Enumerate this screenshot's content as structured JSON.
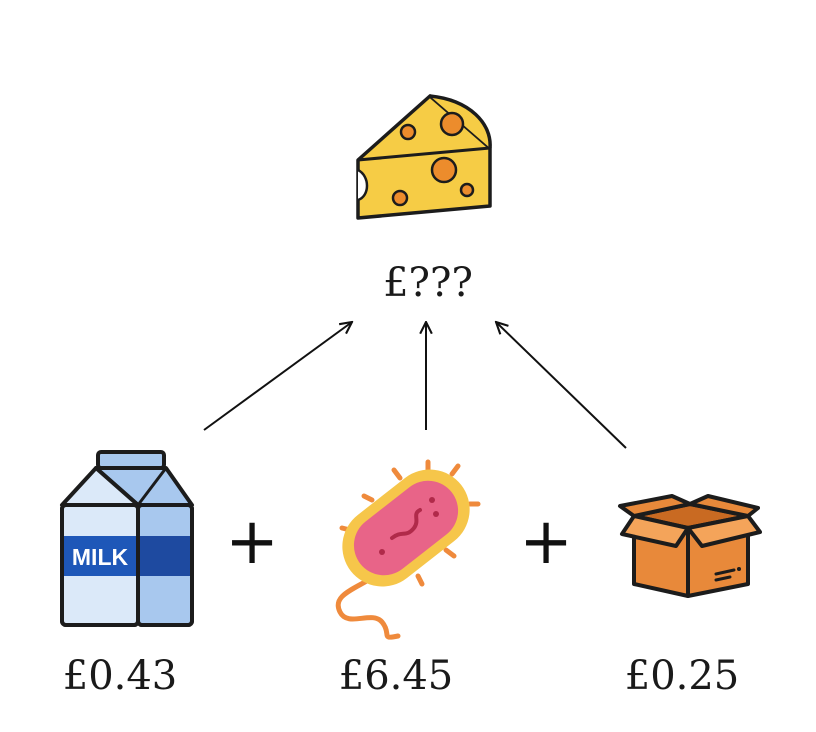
{
  "result": {
    "price": "£???",
    "icon": "cheese-icon"
  },
  "ingredients": [
    {
      "name": "milk",
      "price": "£0.43",
      "icon": "milk-carton-icon",
      "carton_text": "MILK"
    },
    {
      "name": "bacteria",
      "price": "£6.45",
      "icon": "bacteria-icon"
    },
    {
      "name": "packaging",
      "price": "£0.25",
      "icon": "cardboard-box-icon"
    }
  ],
  "operators": [
    "+",
    "+"
  ],
  "colors": {
    "outline": "#1c1c1c",
    "cheese": "#f6cc45",
    "cheese_hole": "#ec8c2c",
    "milk_light": "#dbe9f9",
    "milk_mid": "#a8c8ee",
    "milk_band": "#1e57b8",
    "bacteria_body": "#f6c64a",
    "bacteria_core": "#e86488",
    "tail": "#ef8a3c",
    "box": "#e8893a"
  }
}
